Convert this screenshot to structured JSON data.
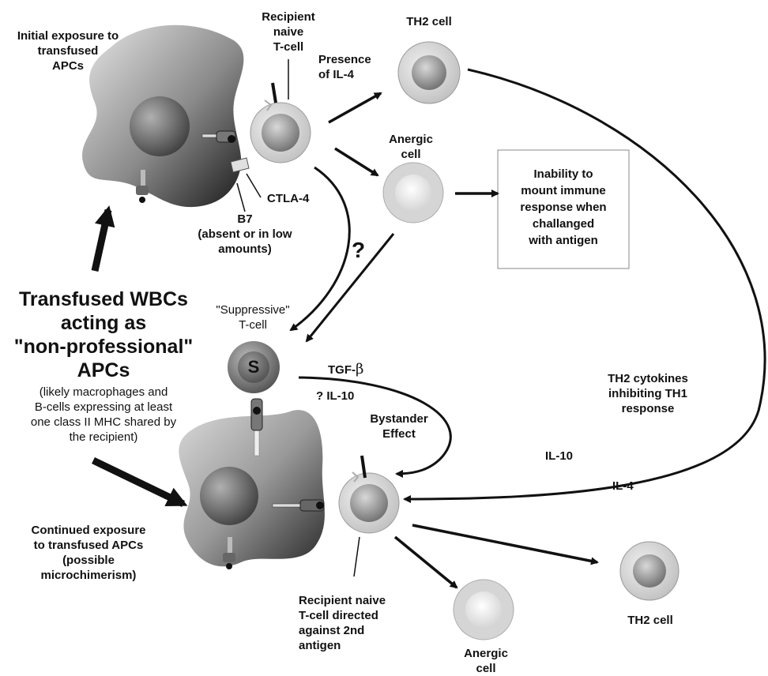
{
  "labels": {
    "initial_exposure": [
      "Initial exposure to",
      "transfused",
      "APCs"
    ],
    "recipient_naive": [
      "Recipient",
      "naive",
      "T-cell"
    ],
    "th2_top": "TH2 cell",
    "presence_il4": [
      "Presence",
      "of IL-4"
    ],
    "anergic_top": [
      "Anergic",
      "cell"
    ],
    "inability_box": [
      "Inability to",
      "mount immune",
      "response when",
      "challanged",
      "with antigen"
    ],
    "ctla4": "CTLA-4",
    "b7": [
      "B7",
      "(absent or in low",
      "amounts)"
    ],
    "question_mark": "?",
    "transfused_wbcs": [
      "Transfused WBCs",
      "acting as",
      "\"non-professional\"",
      "APCs"
    ],
    "transfused_sub": [
      "(likely macrophages and",
      "B-cells expressing at least",
      "one class II MHC shared by",
      "the recipient)"
    ],
    "suppressive": [
      "\"Suppressive\"",
      "T-cell"
    ],
    "s_letter": "S",
    "tgf": "TGF-",
    "beta": "β",
    "il10_q": "?  IL-10",
    "bystander": [
      "Bystander",
      "Effect"
    ],
    "th2_cytokines": [
      "TH2 cytokines",
      "inhibiting TH1",
      "response"
    ],
    "il10_right": "IL-10",
    "il4_right": "IL-4",
    "continued": [
      "Continued exposure",
      "to transfused APCs",
      "(possible",
      "microchimerism)"
    ],
    "recipient_directed": [
      "Recipient naive",
      "T-cell directed",
      "against 2nd",
      "antigen"
    ],
    "anergic_bottom": [
      "Anergic",
      "cell"
    ],
    "th2_bottom": "TH2 cell"
  }
}
